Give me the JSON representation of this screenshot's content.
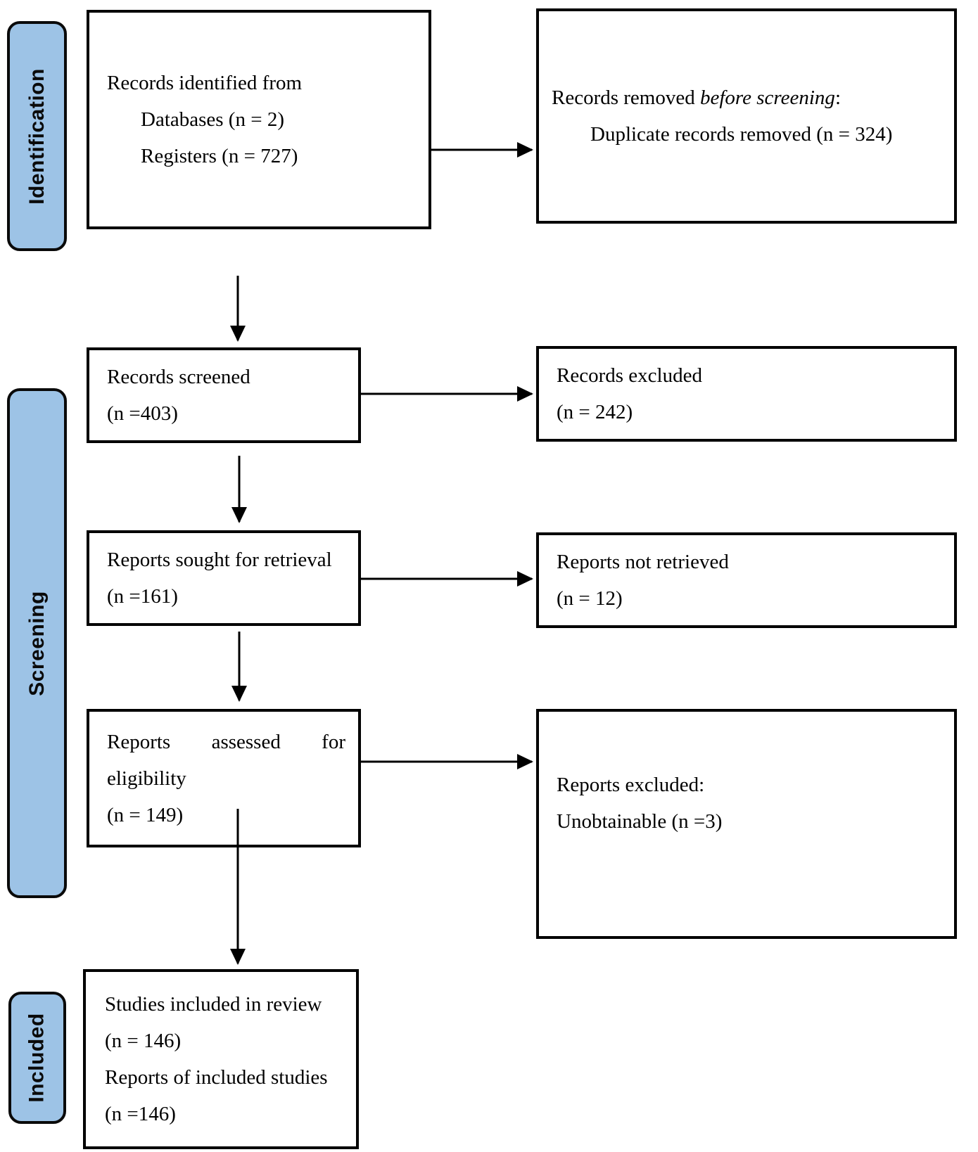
{
  "colors": {
    "stage_fill": "#9dc3e6",
    "line_color": "#000000",
    "background": "#ffffff"
  },
  "stages": {
    "identification": "Identification",
    "screening": "Screening",
    "included": "Included"
  },
  "boxes": {
    "records_identified": {
      "line1": "Records identified from",
      "line2": "Databases (n = 2)",
      "line3": "Registers (n = 727)"
    },
    "records_removed": {
      "prefix": "Records removed ",
      "italic": "before screening",
      "suffix": ":",
      "detail": "Duplicate records removed (n = 324)"
    },
    "records_screened": {
      "line1": "Records screened",
      "line2": "(n =403)"
    },
    "records_excluded": {
      "line1": "Records excluded",
      "line2": "(n = 242)"
    },
    "reports_sought": {
      "line1": "Reports sought for retrieval",
      "line2": "(n =161)"
    },
    "reports_not_retrieved": {
      "line1": "Reports not retrieved",
      "line2": "(n = 12)"
    },
    "reports_assessed": {
      "line1": "Reports assessed for eligibility",
      "line2": "(n = 149)"
    },
    "reports_excluded": {
      "line1": "Reports excluded:",
      "line2": "Unobtainable (n =3)"
    },
    "studies_included": {
      "line1": "Studies included in review",
      "line2": "(n = 146)",
      "line3": "Reports of included studies",
      "line4": "(n =146)"
    }
  }
}
